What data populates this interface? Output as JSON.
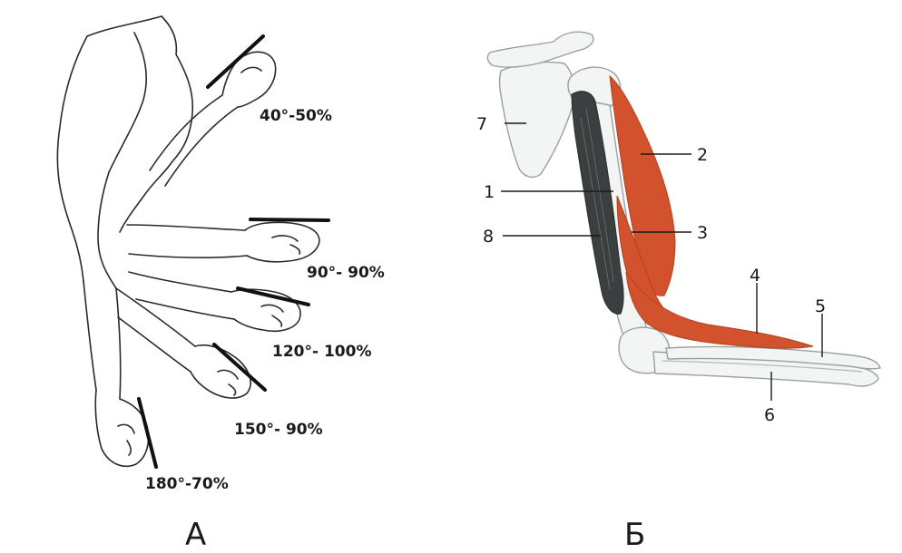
{
  "panel_a": {
    "label": "А",
    "positions": [
      {
        "text": "40°-50%"
      },
      {
        "text": "90°- 90%"
      },
      {
        "text": "120°- 100%"
      },
      {
        "text": "150°- 90%"
      },
      {
        "text": "180°-70%"
      }
    ]
  },
  "panel_b": {
    "label": "Б",
    "markers": [
      "1",
      "2",
      "3",
      "4",
      "5",
      "6",
      "7",
      "8"
    ]
  },
  "colors": {
    "muscle_red": "#d2522e",
    "muscle_dark": "#3b3f40",
    "bone": "#f3f4f4",
    "ink": "#2a2a2a"
  }
}
